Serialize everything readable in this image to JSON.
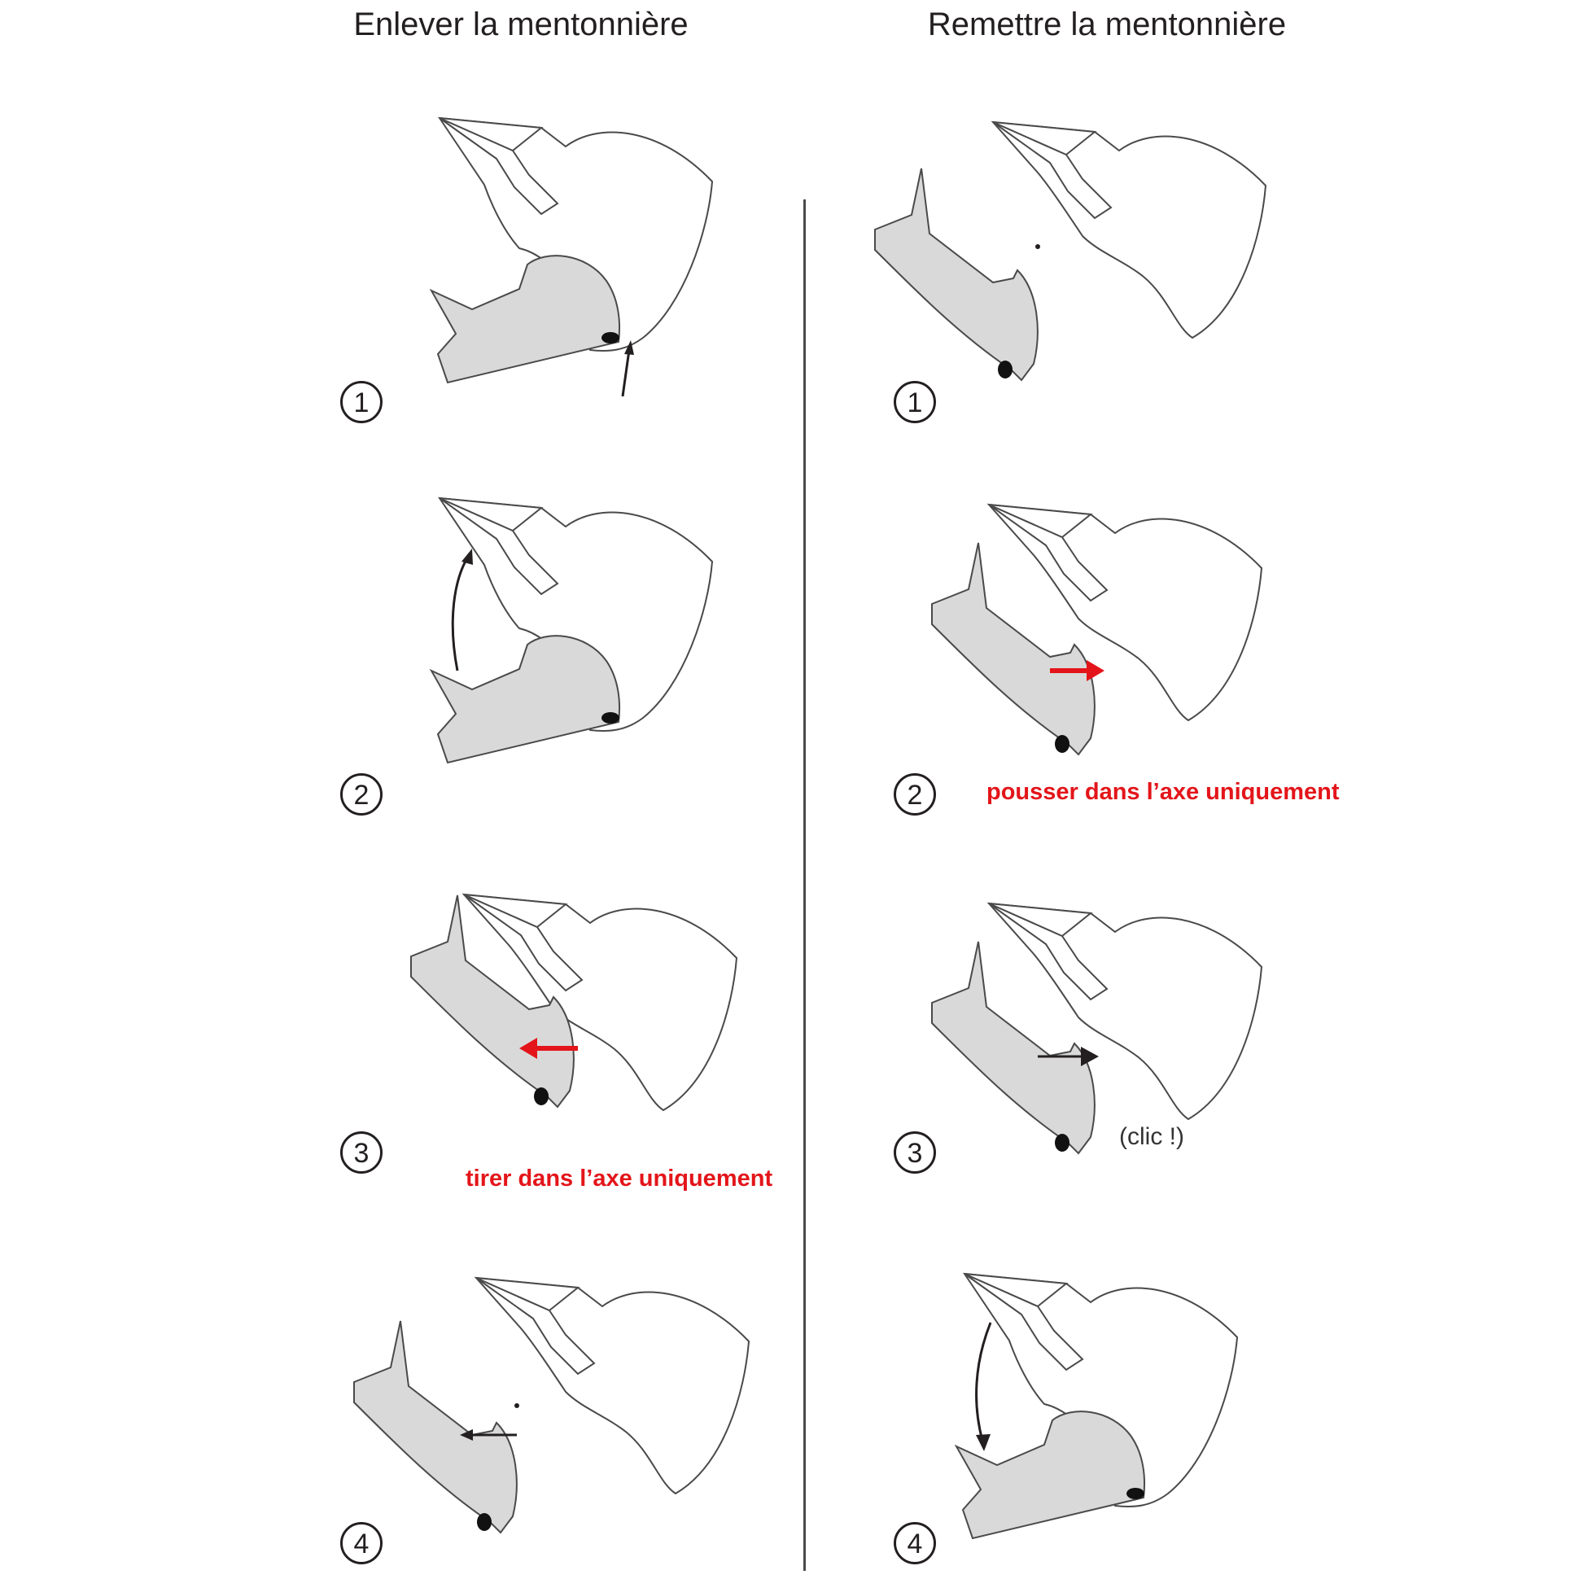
{
  "columns": {
    "remove": {
      "title": "Enlever la mentonnière",
      "steps": [
        {
          "number": "1"
        },
        {
          "number": "2"
        },
        {
          "number": "3",
          "note": "tirer dans l’axe uniquement"
        },
        {
          "number": "4"
        }
      ]
    },
    "refit": {
      "title": "Remettre la mentonnière",
      "steps": [
        {
          "number": "1"
        },
        {
          "number": "2",
          "note": "pousser dans l’axe uniquement"
        },
        {
          "number": "3",
          "click_note": "(clic !)"
        },
        {
          "number": "4"
        }
      ]
    }
  },
  "colors": {
    "accent": "#e3151a",
    "chin_guard_fill": "#d9d9d9",
    "outline": "#231f20",
    "divider": "#4a4a4a"
  }
}
